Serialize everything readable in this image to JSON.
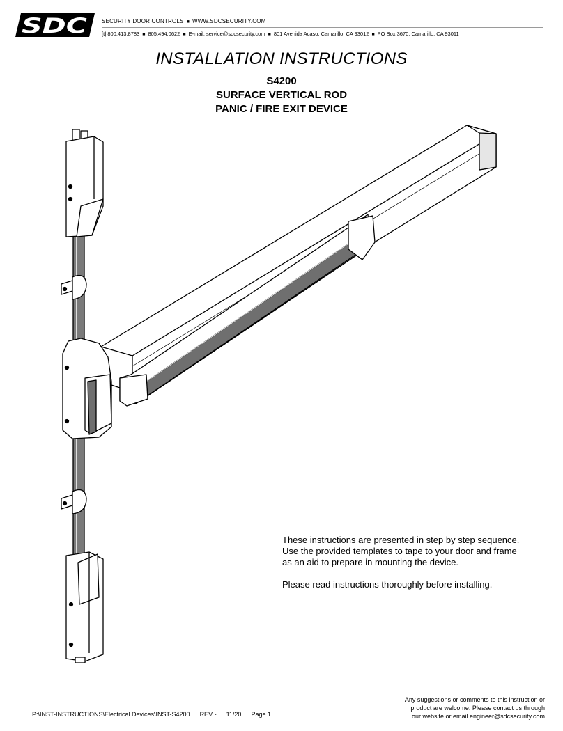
{
  "header": {
    "logo_text": "SDC",
    "company": "SECURITY DOOR CONTROLS",
    "website": "WWW.SDCSECURITY.COM",
    "phone": "[t] 800.413.8783",
    "phone2": "805.494.0622",
    "email": "E-mail: service@sdcsecurity.com",
    "address": "801 Avenida Acaso, Camarillo, CA  93012",
    "po_box": "PO Box 3670, Camarillo, CA  93011"
  },
  "title": "INSTALLATION INSTRUCTIONS",
  "model": "S4200",
  "subtitle1": "SURFACE VERTICAL ROD",
  "subtitle2": "PANIC / FIRE EXIT DEVICE",
  "instructions": {
    "line1": "These instructions are presented in step by step sequence.",
    "line2": "Use the provided templates to tape to your door and frame",
    "line3": "as an aid to prepare in mounting the device.",
    "line4": "Please read instructions thoroughly before installing."
  },
  "footer": {
    "path": "P:\\INST-INSTRUCTIONS\\Electrical Devices\\INST-S4200",
    "rev": "REV -",
    "date": "11/20",
    "page": "Page 1",
    "comment1": "Any suggestions or comments to this instruction or",
    "comment2": "product are welcome.  Please contact us through",
    "comment3": "our website or email engineer@sdcsecurity.com"
  }
}
